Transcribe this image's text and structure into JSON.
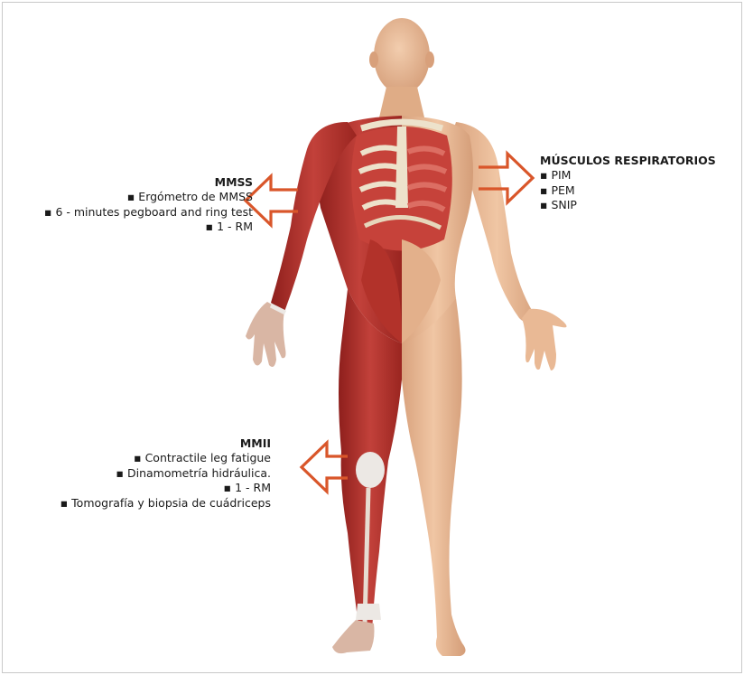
{
  "annotations": {
    "mmss": {
      "title": "MMSS",
      "items": [
        "Ergómetro de MMSS",
        "6 - minutes pegboard and ring test",
        "1 - RM"
      ]
    },
    "respiratory": {
      "title": "MÚSCULOS RESPIRATORIOS",
      "items": [
        "PIM",
        "PEM",
        "SNIP"
      ]
    },
    "mmii": {
      "title": "MMII",
      "items": [
        "Contractile leg fatigue",
        "Dinamometría hidráulica.",
        "1 - RM",
        "Tomografía y biopsia de cuádriceps"
      ]
    }
  },
  "colors": {
    "arrow": "#d9562a",
    "skin": "#e8b894",
    "skin_shade": "#d39c77",
    "muscle": "#b8332c",
    "muscle_dark": "#8e1f1c",
    "bone": "#ede2cb",
    "tendon": "#ece8e4",
    "border": "#c9c9c9"
  }
}
